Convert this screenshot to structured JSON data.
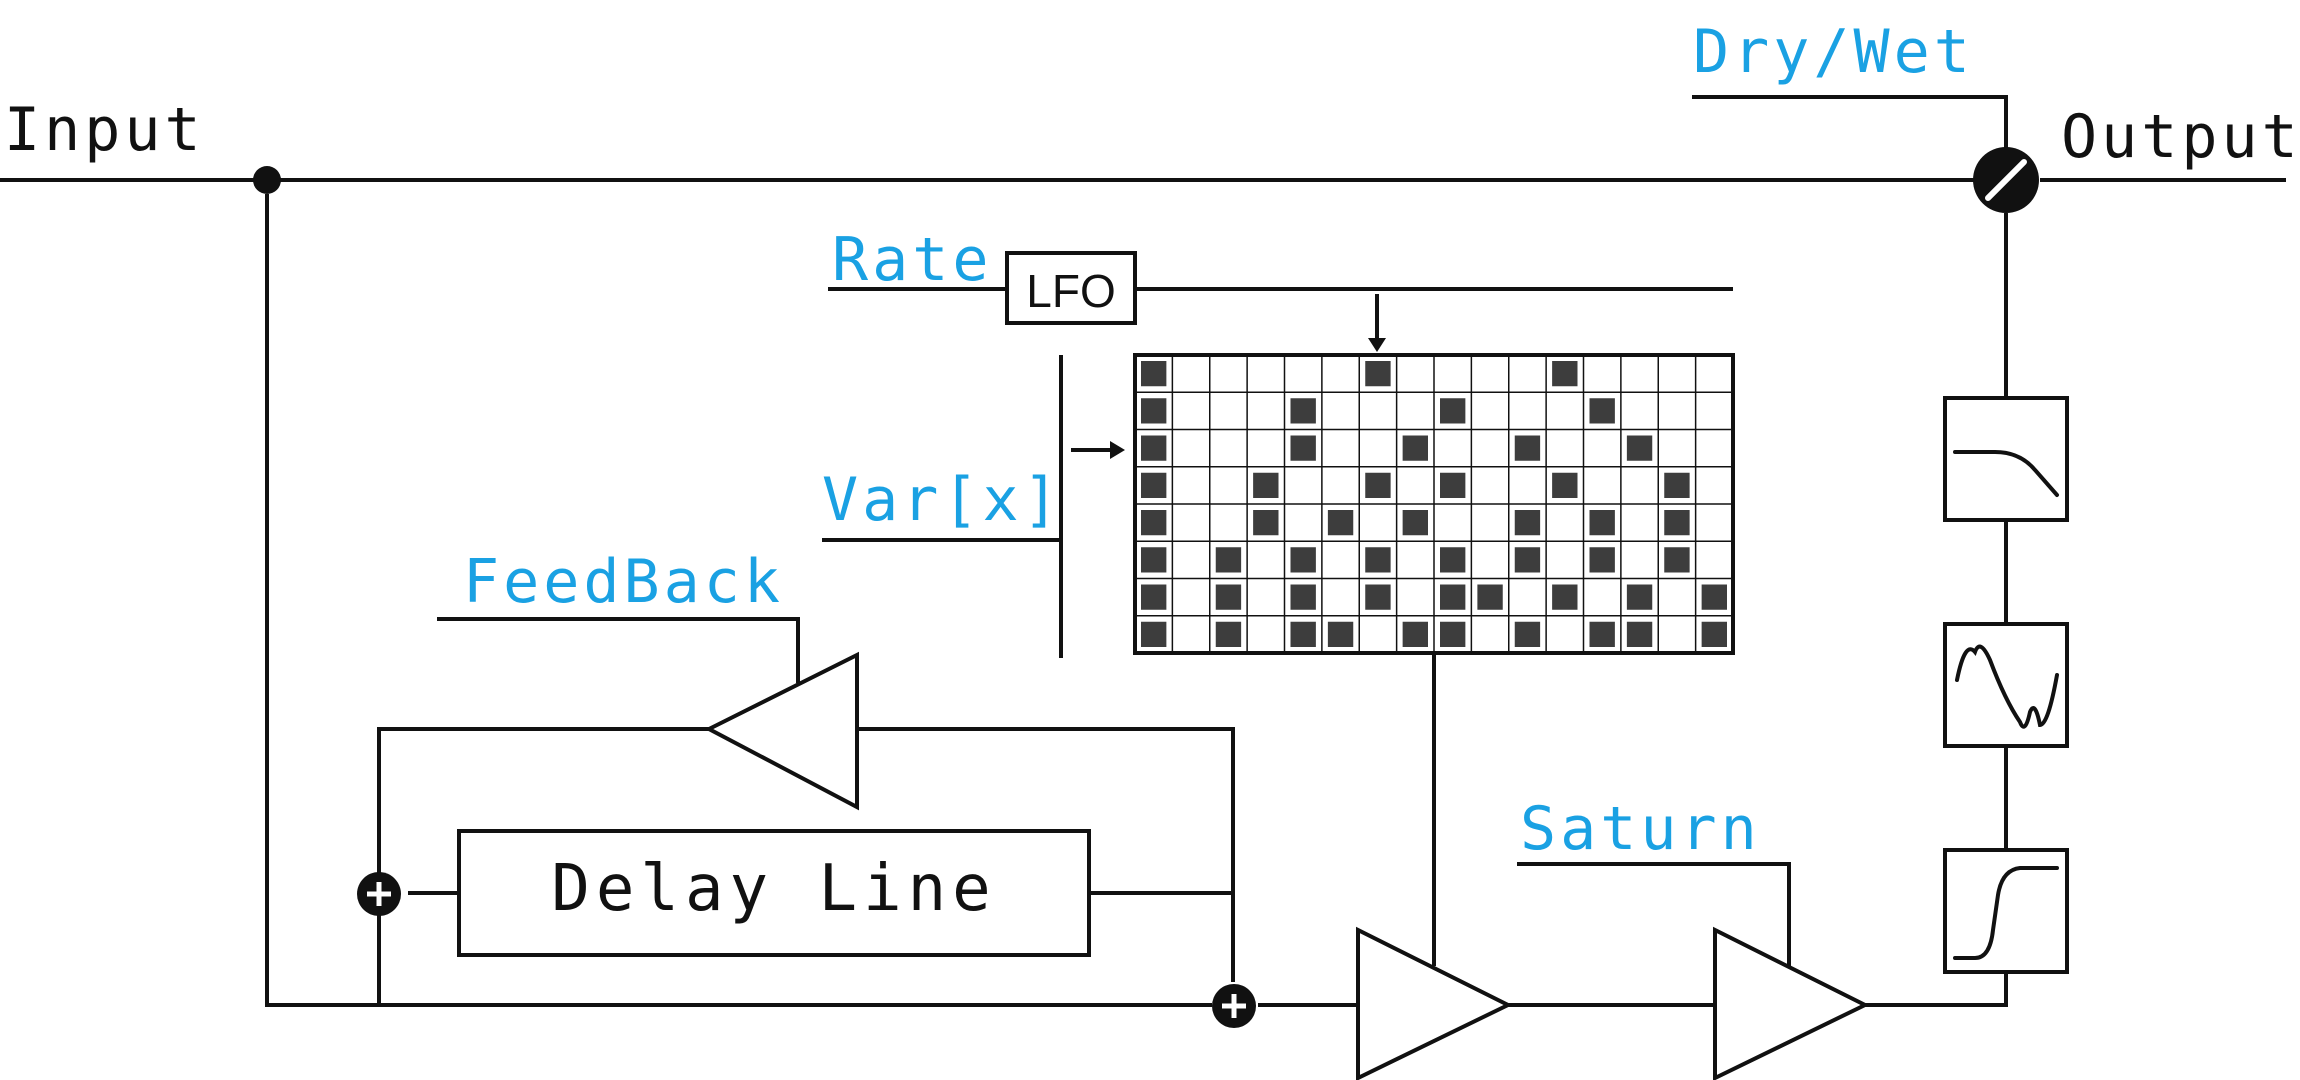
{
  "labels": {
    "input": "Input",
    "output": "Output",
    "dry_wet": "Dry/Wet",
    "rate": "Rate",
    "lfo": "LFO",
    "var_x": "Var[x]",
    "feedback": "FeedBack",
    "delay_line": "Delay Line",
    "saturn": "Saturn"
  },
  "icons": {
    "filter": "lowpass-filter-icon",
    "waveform": "waveform-icon",
    "saturation": "saturation-curve-icon",
    "sum": "sum-node-icon",
    "mix": "mix-knob-icon"
  },
  "colors": {
    "param": "#1aa1e3",
    "line": "#111111",
    "cell_fill": "#3d3d3d"
  },
  "sequencer": {
    "rows": 8,
    "cols": 16,
    "active": [
      [
        0,
        6,
        11
      ],
      [
        0,
        4,
        8,
        12
      ],
      [
        0,
        4,
        7,
        10,
        13
      ],
      [
        0,
        3,
        6,
        8,
        11,
        14
      ],
      [
        0,
        3,
        5,
        7,
        10,
        12,
        14
      ],
      [
        0,
        2,
        4,
        6,
        8,
        10,
        12,
        14
      ],
      [
        0,
        2,
        4,
        6,
        8,
        9,
        11,
        13,
        15
      ],
      [
        0,
        2,
        4,
        5,
        7,
        8,
        10,
        12,
        13,
        15
      ]
    ]
  }
}
